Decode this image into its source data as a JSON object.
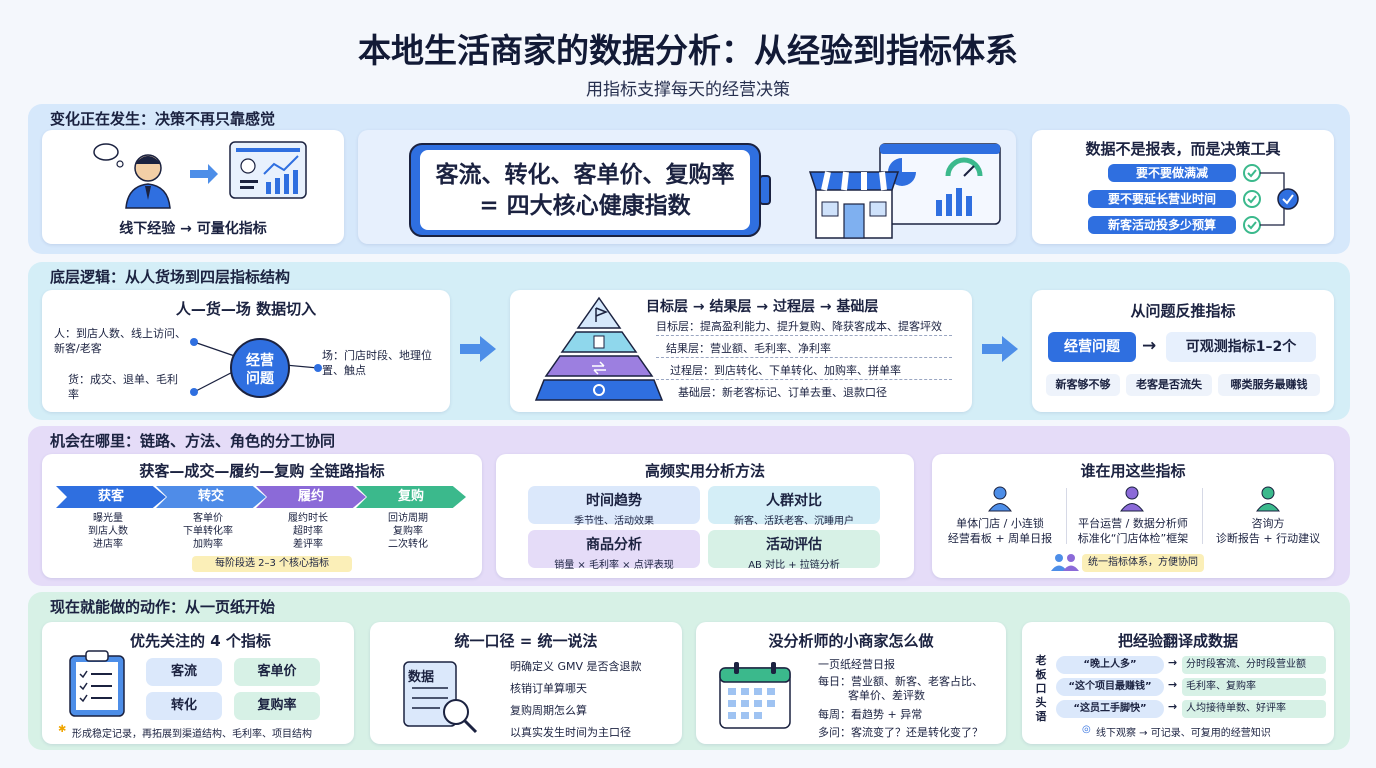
{
  "header": {
    "title": "本地生活商家的数据分析：从经验到指标体系",
    "subtitle": "用指标支撑每天的经营决策"
  },
  "s1": {
    "title": "变化正在发生：决策不再只靠感觉",
    "c1": {
      "from": "线下经验",
      "arrow": "→",
      "to": "可量化指标"
    },
    "c2": {
      "line1": "客流、转化、客单价、复购率",
      "line2": "= 四大核心健康指数"
    },
    "c3": {
      "title": "数据不是报表，而是决策工具",
      "items": [
        "要不要做满减",
        "要不要延长营业时间",
        "新客活动投多少预算"
      ]
    }
  },
  "s2": {
    "title": "底层逻辑：从人货场到四层指标结构",
    "c1": {
      "title": "人—货—场 数据切入",
      "center": "经营问题",
      "people": "人：到店人数、线上访问、新客/老客",
      "goods": "货：成交、退单、毛利率",
      "place": "场：门店时段、地理位置、触点"
    },
    "c2": {
      "title": "目标层 → 结果层 → 过程层 → 基础层",
      "layers": [
        "目标层：提高盈利能力、提升复购、降获客成本、提客坪效",
        "结果层：营业额、毛利率、净利率",
        "过程层：到店转化、下单转化、加购率、拼单率",
        "基础层：新老客标记、订单去重、退款口径"
      ]
    },
    "c3": {
      "title": "从问题反推指标",
      "problem": "经营问题",
      "arrow": "→",
      "metric": "可观测指标1–2个",
      "examples": [
        "新客够不够",
        "老客是否流失",
        "哪类服务最赚钱"
      ]
    }
  },
  "s3": {
    "title": "机会在哪里：链路、方法、角色的分工协同",
    "c1": {
      "title": "获客—成交—履约—复购 全链路指标",
      "stages": [
        {
          "name": "获客",
          "metrics": [
            "曝光量",
            "到店人数",
            "进店率"
          ]
        },
        {
          "name": "转交",
          "metrics": [
            "客单价",
            "下单转化率",
            "加购率"
          ]
        },
        {
          "name": "履约",
          "metrics": [
            "履约时长",
            "超时率",
            "差评率"
          ]
        },
        {
          "name": "复购",
          "metrics": [
            "回访周期",
            "复购率",
            "二次转化"
          ]
        }
      ],
      "note": "每阶段选 2–3 个核心指标"
    },
    "c2": {
      "title": "高频实用分析方法",
      "methods": [
        {
          "h": "时间趋势",
          "d": "季节性、活动效果"
        },
        {
          "h": "人群对比",
          "d": "新客、活跃老客、沉睡用户"
        },
        {
          "h": "商品分析",
          "d": "销量 × 毛利率 × 点评表现"
        },
        {
          "h": "活动评估",
          "d": "AB 对比 + 拉链分析"
        }
      ]
    },
    "c3": {
      "title": "谁在用这些指标",
      "roles": [
        {
          "h": "单体门店 / 小连锁",
          "d": "经营看板 + 周单日报"
        },
        {
          "h": "平台运营 / 数据分析师",
          "d": "标准化“门店体检”框架"
        },
        {
          "h": "咨询方",
          "d": "诊断报告 + 行动建议"
        }
      ],
      "footer": "统一指标体系，方便协同"
    }
  },
  "s4": {
    "title": "现在就能做的动作：从一页纸开始",
    "c1": {
      "title": "优先关注的 4 个指标",
      "chips": [
        "客流",
        "客单价",
        "转化",
        "复购率"
      ],
      "note": "形成稳定记录，再拓展到渠道结构、毛利率、项目结构"
    },
    "c2": {
      "title": "统一口径 = 统一说法",
      "icon_label": "数据",
      "items": [
        "明确定义 GMV 是否含退款",
        "核销订单算哪天",
        "复购周期怎么算",
        "以真实发生时间为主口径"
      ]
    },
    "c3": {
      "title": "没分析师的小商家怎么做",
      "lines": [
        "一页纸经营日报",
        "每日：营业额、新客、老客占比、",
        "客单价、差评数",
        "每周：看趋势 + 异常",
        "多问：客流变了？还是转化变了？"
      ]
    },
    "c4": {
      "title": "把经验翻译成数据",
      "side": "老板口头语",
      "rows": [
        {
          "q": "“晚上人多”",
          "a": "分时段客流、分时段营业额"
        },
        {
          "q": "“这个项目最赚钱”",
          "a": "毛利率、复购率"
        },
        {
          "q": "“这员工手脚快”",
          "a": "人均接待单数、好评率"
        }
      ],
      "footer": "线下观察 → 可记录、可复用的经营知识"
    }
  },
  "colors": {
    "blue": "#2f6fe0",
    "teal": "#30a8c9",
    "purple": "#8b6ad8",
    "green": "#3bb98c"
  }
}
